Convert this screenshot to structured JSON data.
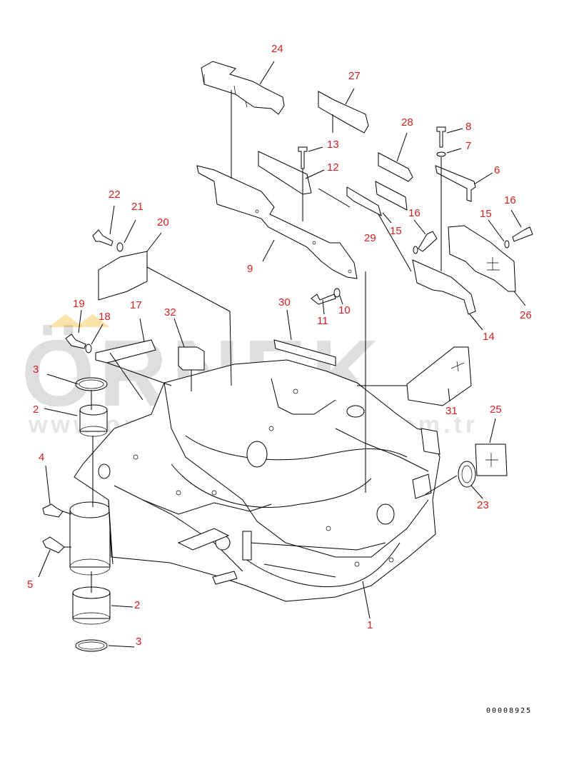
{
  "diagram": {
    "callouts": [
      {
        "id": "c24",
        "label": "24"
      },
      {
        "id": "c27",
        "label": "27"
      },
      {
        "id": "c28",
        "label": "28"
      },
      {
        "id": "c8",
        "label": "8"
      },
      {
        "id": "c7",
        "label": "7"
      },
      {
        "id": "c13",
        "label": "13"
      },
      {
        "id": "c12",
        "label": "12"
      },
      {
        "id": "c6",
        "label": "6"
      },
      {
        "id": "c22",
        "label": "22"
      },
      {
        "id": "c21",
        "label": "21"
      },
      {
        "id": "c20",
        "label": "20"
      },
      {
        "id": "c16a",
        "label": "16"
      },
      {
        "id": "c16b",
        "label": "16"
      },
      {
        "id": "c15a",
        "label": "15"
      },
      {
        "id": "c15b",
        "label": "15"
      },
      {
        "id": "c29",
        "label": "29"
      },
      {
        "id": "c9",
        "label": "9"
      },
      {
        "id": "c26",
        "label": "26"
      },
      {
        "id": "c19",
        "label": "19"
      },
      {
        "id": "c18",
        "label": "18"
      },
      {
        "id": "c17",
        "label": "17"
      },
      {
        "id": "c32",
        "label": "32"
      },
      {
        "id": "c30",
        "label": "30"
      },
      {
        "id": "c11",
        "label": "11"
      },
      {
        "id": "c10",
        "label": "10"
      },
      {
        "id": "c14",
        "label": "14"
      },
      {
        "id": "c3a",
        "label": "3"
      },
      {
        "id": "c2a",
        "label": "2"
      },
      {
        "id": "c31",
        "label": "31"
      },
      {
        "id": "c25",
        "label": "25"
      },
      {
        "id": "c4",
        "label": "4"
      },
      {
        "id": "c23",
        "label": "23"
      },
      {
        "id": "c5",
        "label": "5"
      },
      {
        "id": "c2b",
        "label": "2"
      },
      {
        "id": "c1",
        "label": "1"
      },
      {
        "id": "c3b",
        "label": "3"
      }
    ],
    "document_number": "00008925"
  },
  "watermark": {
    "brand": "ÖRNEK",
    "url": "www.ornekismakinalari.com.tr"
  }
}
